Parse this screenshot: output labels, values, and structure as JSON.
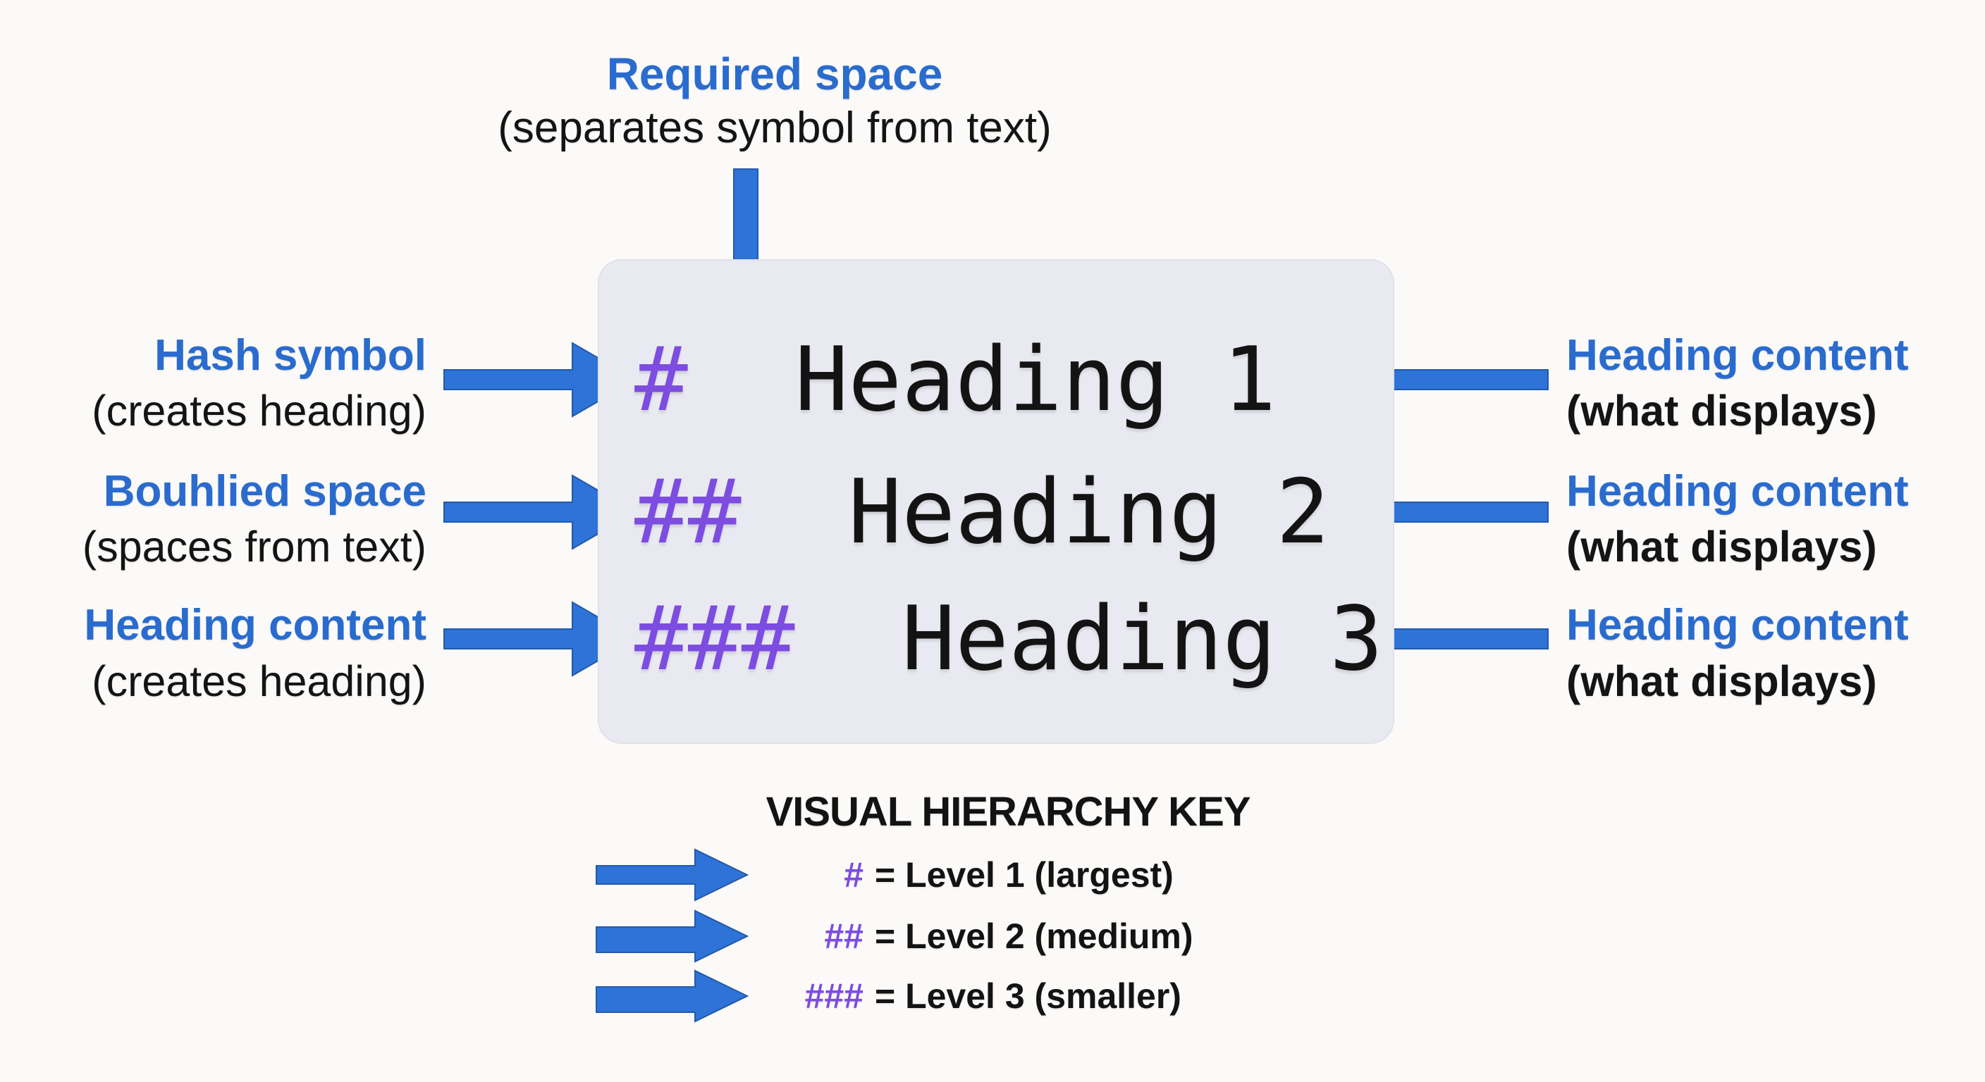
{
  "colors": {
    "page_bg": "#fbfaf8",
    "box_bg": "#e9eaf1",
    "annotation_blue": "#2a6bce",
    "arrow_blue": "#2e73d8",
    "hash_purple": "#7d4ce0",
    "text_dark": "#141414"
  },
  "top_annotation": {
    "title": "Required space",
    "subtitle": "(separates symbol from text)"
  },
  "left_annotations": [
    {
      "title": "Hash symbol",
      "subtitle": "(creates heading)"
    },
    {
      "title": "Bouhlied space",
      "subtitle": "(spaces from text)"
    },
    {
      "title": "Heading content",
      "subtitle": "(creates heading)"
    }
  ],
  "right_annotations": [
    {
      "title": "Heading content",
      "subtitle": "(what displays)"
    },
    {
      "title": "Heading content",
      "subtitle": "(what displays)"
    },
    {
      "title": "Heading content",
      "subtitle": "(what displays)"
    }
  ],
  "code_box": {
    "rows": [
      {
        "hashes": "#",
        "text": "  Heading 1"
      },
      {
        "hashes": "##",
        "text": "  Heading 2"
      },
      {
        "hashes": "###",
        "text": "  Heading 3"
      }
    ]
  },
  "key": {
    "title": "VISUAL HIERARCHY KEY",
    "rows": [
      {
        "hashes": "#",
        "text": "= Level 1 (largest)"
      },
      {
        "hashes": "##",
        "text": "= Level 2 (medium)"
      },
      {
        "hashes": "###",
        "text": "= Level 3 (smaller)"
      }
    ]
  }
}
